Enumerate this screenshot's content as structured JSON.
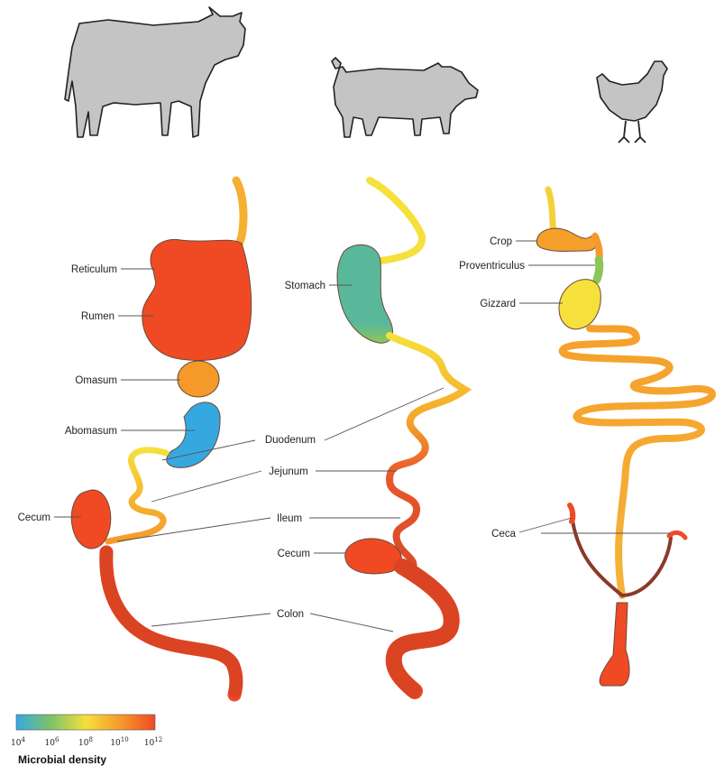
{
  "animals": [
    {
      "name": "cow",
      "icon": "cow-silhouette-icon"
    },
    {
      "name": "pig",
      "icon": "pig-silhouette-icon"
    },
    {
      "name": "chicken",
      "icon": "chicken-silhouette-icon"
    }
  ],
  "labels": {
    "cow": {
      "reticulum": "Reticulum",
      "rumen": "Rumen",
      "omasum": "Omasum",
      "abomasum": "Abomasum",
      "cecum": "Cecum"
    },
    "shared": {
      "duodenum": "Duodenum",
      "jejunum": "Jejunum",
      "ileum": "Ileum",
      "colon": "Colon"
    },
    "pig": {
      "stomach": "Stomach",
      "cecum": "Cecum"
    },
    "chicken": {
      "crop": "Crop",
      "proventriculus": "Proventriculus",
      "gizzard": "Gizzard",
      "ceca": "Ceca"
    }
  },
  "colors": {
    "high_density": "#f04a24",
    "orange": "#f59a2a",
    "yellow": "#f5e03c",
    "green": "#7cc36a",
    "teal": "#5ab89a",
    "blue": "#36a8e0",
    "dark_brown": "#8a3a2a"
  },
  "legend": {
    "title": "Microbial density",
    "ticks": [
      {
        "base": "10",
        "exp": "4"
      },
      {
        "base": "10",
        "exp": "6"
      },
      {
        "base": "10",
        "exp": "8"
      },
      {
        "base": "10",
        "exp": "10"
      },
      {
        "base": "10",
        "exp": "12"
      }
    ],
    "gradient": [
      "#36a8e0",
      "#7cc36a",
      "#f5e03c",
      "#f59a2a",
      "#f04a24"
    ]
  }
}
